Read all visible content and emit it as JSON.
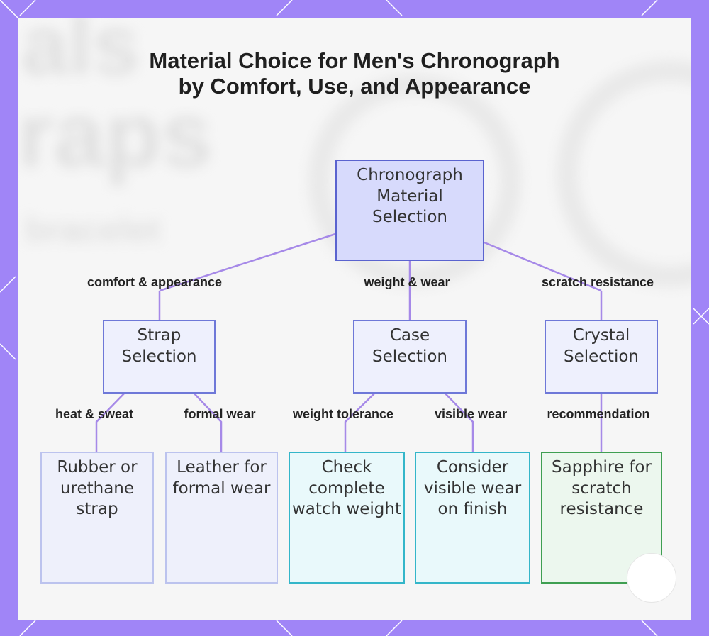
{
  "title": "Material Choice for Men's Chronograph by Comfort, Use, and Appearance",
  "root": {
    "label": "Chronograph Material Selection"
  },
  "branches": [
    {
      "edge_label": "comfort & appearance",
      "node": "Strap Selection",
      "children": [
        {
          "edge_label": "heat & sweat",
          "node": "Rubber or urethane strap"
        },
        {
          "edge_label": "formal wear",
          "node": "Leather for formal wear"
        }
      ]
    },
    {
      "edge_label": "weight & wear",
      "node": "Case Selection",
      "children": [
        {
          "edge_label": "weight tolerance",
          "node": "Check complete watch weight"
        },
        {
          "edge_label": "visible wear",
          "node": "Consider visible wear on finish"
        }
      ]
    },
    {
      "edge_label": "scratch resistance",
      "node": "Crystal Selection",
      "children": [
        {
          "edge_label": "recommendation",
          "node": "Sapphire for scratch resistance"
        }
      ]
    }
  ],
  "colors": {
    "frame": "#a085f7",
    "connector": "#a689e8",
    "root_fill": "#d7dafc",
    "case_border": "#34b6c9",
    "crystal_border": "#3f9f52"
  }
}
